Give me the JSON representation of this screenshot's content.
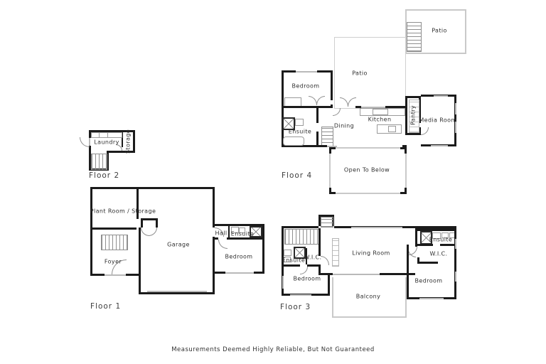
{
  "footer": {
    "disclaimer": "Measurements Deemed Highly Reliable, But Not Guaranteed"
  },
  "colors": {
    "wall": "#1b1b1b",
    "fixture_gray": "#9a9a9a",
    "light_wall": "#c9c9c9",
    "text": "#2e2e2e"
  },
  "floors": {
    "floor1": {
      "label": "Floor 1",
      "rooms": {
        "plant_room": "Plant Room / Storage",
        "garage": "Garage",
        "foyer": "Foyer",
        "hall": "Hall",
        "ensuite": "Ensuite",
        "bedroom": "Bedroom"
      }
    },
    "floor2": {
      "label": "Floor 2",
      "rooms": {
        "laundry": "Laundry",
        "storage": "Storage"
      }
    },
    "floor3": {
      "label": "Floor 3",
      "rooms": {
        "ensuite_left": "Ensuite",
        "wic_left": "W.I.C.",
        "bedroom_left": "Bedroom",
        "living_room": "Living Room",
        "balcony": "Balcony",
        "ensuite_right": "Ensuite",
        "wic_right": "W.I.C.",
        "bedroom_right": "Bedroom"
      }
    },
    "floor4": {
      "label": "Floor 4",
      "rooms": {
        "patio_upper": "Patio",
        "patio_main": "Patio",
        "bedroom": "Bedroom",
        "ensuite": "Ensuite",
        "dining": "Dining",
        "kitchen": "Kitchen",
        "pantry": "Pantry",
        "media_room": "Media Room",
        "open_to_below": "Open To Below"
      }
    }
  }
}
